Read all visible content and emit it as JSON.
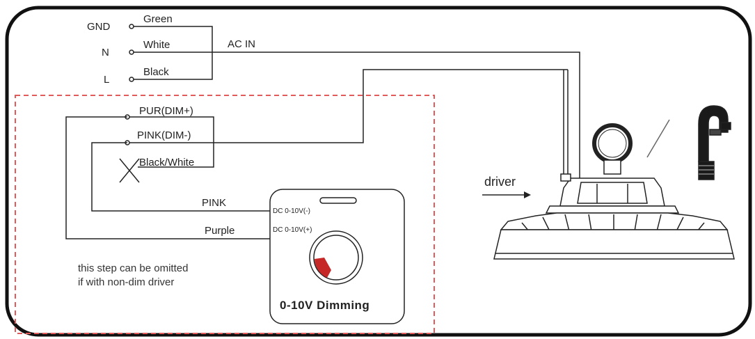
{
  "ac_input": {
    "terminals": [
      {
        "terminal": "GND",
        "wire": "Green"
      },
      {
        "terminal": "N",
        "wire": "White"
      },
      {
        "terminal": "L",
        "wire": "Black"
      }
    ],
    "label": "AC IN"
  },
  "dim_wires": {
    "positive": "PUR(DIM+)",
    "negative": "PINK(DIM-)",
    "unused": "Black/White"
  },
  "dimmer": {
    "wire_negative": "PINK",
    "wire_positive": "Purple",
    "terminal_negative": "DC 0-10V(-)",
    "terminal_positive": "DC 0-10V(+)",
    "title": "0-10V Dimming",
    "knob_color": "#c62828"
  },
  "note": {
    "line1": "this step can be omitted",
    "line2": "if with non-dim driver"
  },
  "driver": {
    "label": "driver"
  },
  "colors": {
    "wire": "#222222",
    "dashed_box": "#e35a5a",
    "frame": "#111111"
  }
}
